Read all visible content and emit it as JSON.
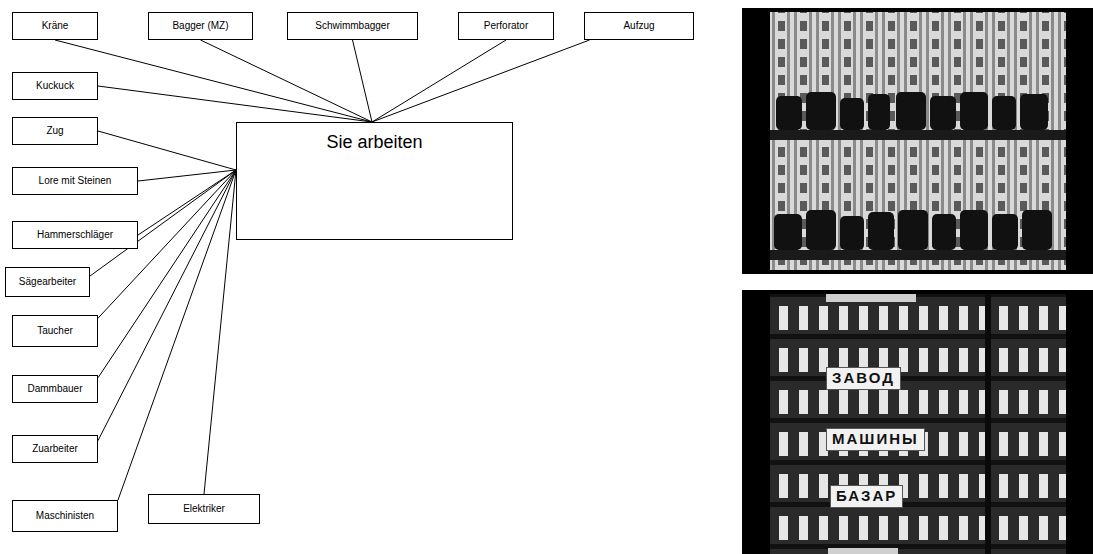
{
  "diagram": {
    "nodes": [
      {
        "text": [
          "Sie arbeiten"
        ]
      },
      {
        "text": [
          "Kräne"
        ]
      },
      {
        "text": [
          "Bagger (MZ)"
        ]
      },
      {
        "text": [
          "Schwimmbagger"
        ]
      },
      {
        "text": [
          "Perforator"
        ]
      },
      {
        "text": [
          "Aufzug"
        ]
      },
      {
        "text": [
          "Kuckuck"
        ]
      },
      {
        "text": [
          "Zug"
        ]
      },
      {
        "text": [
          "Lore mit Steinen"
        ]
      },
      {
        "text": [
          "Hammerschläger"
        ]
      },
      {
        "text": [
          "Sägearbeiter"
        ]
      },
      {
        "text": [
          "Taucher"
        ]
      },
      {
        "text": [
          "Dammbauer"
        ]
      },
      {
        "text": [
          "Zuarbeiter"
        ]
      },
      {
        "text": [
          "Maschinisten"
        ]
      },
      {
        "text": [
          "Elektriker"
        ]
      }
    ],
    "edges": [
      {
        "from": 1,
        "to": 0,
        "arrow": "none"
      },
      {
        "from": 2,
        "to": 0,
        "arrow": "none"
      },
      {
        "from": 3,
        "to": 0,
        "arrow": "none"
      },
      {
        "from": 4,
        "to": 0,
        "arrow": "none"
      },
      {
        "from": 5,
        "to": 0,
        "arrow": "none"
      },
      {
        "from": 6,
        "to": 0,
        "arrow": "none"
      },
      {
        "from": 7,
        "to": 0,
        "arrow": "none"
      },
      {
        "from": 8,
        "to": 0,
        "arrow": "none"
      },
      {
        "from": 9,
        "to": 0,
        "arrow": "none"
      },
      {
        "from": 10,
        "to": 0,
        "arrow": "none"
      },
      {
        "from": 11,
        "to": 0,
        "arrow": "none"
      },
      {
        "from": 12,
        "to": 0,
        "arrow": "none"
      },
      {
        "from": 13,
        "to": 0,
        "arrow": "none"
      },
      {
        "from": 14,
        "to": 0,
        "arrow": "none"
      },
      {
        "from": 15,
        "to": 0,
        "arrow": "none"
      }
    ],
    "labels": [
      "ЗАВОД",
      "МАШИНЫ",
      "БАЗАР"
    ]
  }
}
